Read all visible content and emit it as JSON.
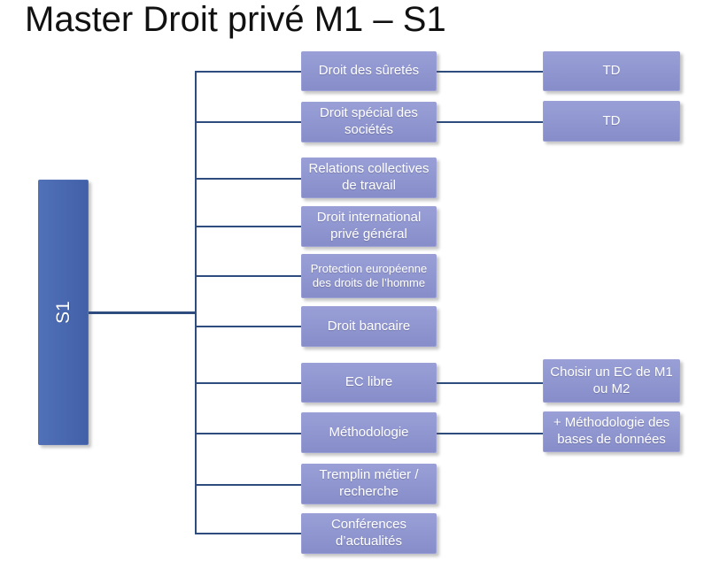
{
  "title": "Master Droit privé M1 – S1",
  "root": {
    "label": "S1"
  },
  "colors": {
    "node_fill": "#8E95CE",
    "root_fill": "#4A69B1",
    "connector_line": "#2E4C7E",
    "node_text": "#FFFFFF",
    "title_text": "#111111",
    "background": "#FFFFFF"
  },
  "nodes": [
    {
      "label": "Droit des sûretés",
      "child": "TD"
    },
    {
      "label": "Droit spécial des sociétés",
      "child": "TD"
    },
    {
      "label": "Relations collectives de travail"
    },
    {
      "label": "Droit international privé général"
    },
    {
      "label": "Protection européenne des droits de l’homme"
    },
    {
      "label": "Droit bancaire"
    },
    {
      "label": "EC libre",
      "child": "Choisir un EC de M1 ou M2"
    },
    {
      "label": "Méthodologie",
      "child": "+ Méthodologie des bases de données"
    },
    {
      "label": "Tremplin métier / recherche"
    },
    {
      "label": "Conférences d’actualités"
    }
  ]
}
